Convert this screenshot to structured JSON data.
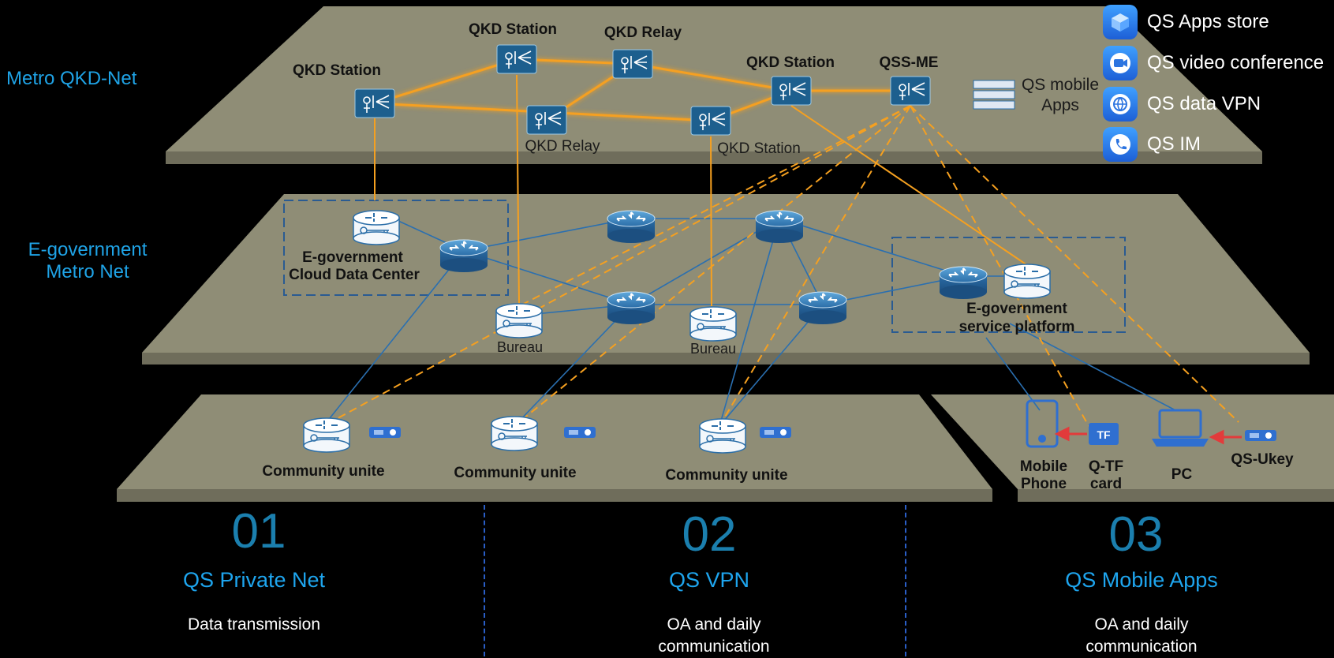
{
  "layers": {
    "metro_qkd": "Metro QKD-Net",
    "egov_line1": "E-government",
    "egov_line2": "Metro Net"
  },
  "qkd_labels": {
    "station_left": "QKD Station",
    "station_top": "QKD Station",
    "relay_top": "QKD Relay",
    "station_right": "QKD Station",
    "qss_me": "QSS-ME",
    "relay_bottom": "QKD Relay",
    "station_bottom": "QKD Station"
  },
  "mobile_apps_label_line1": "QS mobile",
  "mobile_apps_label_line2": "Apps",
  "apps": [
    {
      "label": "QS Apps store",
      "icon": "box-icon"
    },
    {
      "label": "QS video conference",
      "icon": "video-camera-icon"
    },
    {
      "label": "QS data VPN",
      "icon": "globe-icon"
    },
    {
      "label": "QS IM",
      "icon": "phone-icon"
    }
  ],
  "egov_labels": {
    "cloud_line1": "E-government",
    "cloud_line2": "Cloud Data Center",
    "bureau_left": "Bureau",
    "bureau_right": "Bureau",
    "platform_line1": "E-government",
    "platform_line2": "service platform"
  },
  "community": [
    "Community unite",
    "Community unite",
    "Community unite"
  ],
  "devices": {
    "mobile_line1": "Mobile",
    "mobile_line2": "Phone",
    "qtf_line1": "Q-TF",
    "qtf_line2": "card",
    "tf_chip": "TF",
    "pc": "PC",
    "ukey": "QS-Ukey"
  },
  "columns": [
    {
      "num": "01",
      "title": "QS Private Net",
      "desc1": "Data transmission",
      "desc2": ""
    },
    {
      "num": "02",
      "title": "QS VPN",
      "desc1": "OA and daily",
      "desc2": "communication"
    },
    {
      "num": "03",
      "title": "QS Mobile Apps",
      "desc1": "OA and daily",
      "desc2": "communication"
    }
  ],
  "colors": {
    "platform": "#8f8d76",
    "qkd_link": "#f5a020",
    "net_link": "#2a6fb0",
    "accent": "#1fa3e6",
    "number": "#1b7fae"
  }
}
